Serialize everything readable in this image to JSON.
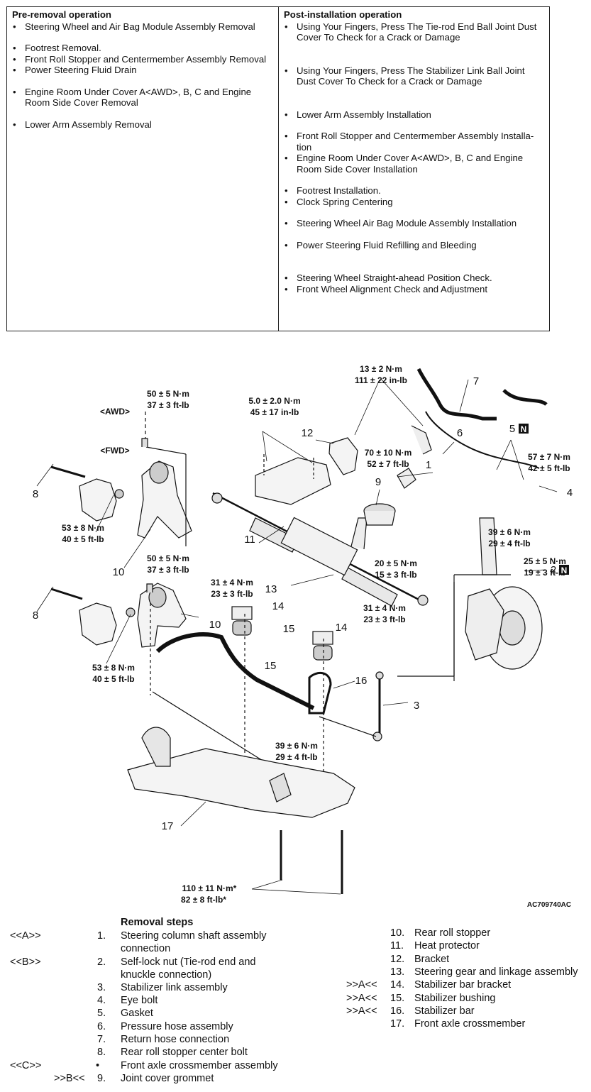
{
  "pre_removal": {
    "title": "Pre-removal operation",
    "items": [
      "Steering Wheel and Air Bag Module Assembly Removal",
      "Footrest Removal.",
      "Front Roll Stopper and Centermember Assembly Removal",
      "Power Steering Fluid Drain",
      "Engine Room Under Cover A<AWD>, B, C and Engine Room Side Cover Removal",
      "Lower Arm Assembly Removal"
    ]
  },
  "post_installation": {
    "title": "Post-installation operation",
    "items": [
      "Using Your Fingers, Press The Tie-rod End Ball Joint Dust Cover To Check for a Crack or Damage",
      "Using Your Fingers, Press The Stabilizer Link Ball Joint Dust Cover To Check for a Crack or Damage",
      "Lower Arm Assembly Installation",
      "Front Roll Stopper and Centermember Assembly Installa-tion",
      "Engine Room Under Cover A<AWD>, B, C and Engine Room Side Cover Installation",
      "Footrest Installation.",
      "Clock Spring Centering",
      "Steering Wheel Air Bag Module Assembly Installation",
      "Power Steering Fluid Refilling and Bleeding",
      "Steering Wheel Straight-ahead Position Check.",
      "Front Wheel Alignment Check and Adjustment"
    ]
  },
  "diagram": {
    "figure_id": "AC709740AC",
    "awd": "<AWD>",
    "fwd": "<FWD>",
    "torques": {
      "t_13nm": "13 ± 2 N·m",
      "t_111in": "111 ± 22 in-lb",
      "t_50nm_a": "50 ± 5 N·m",
      "t_37ft_a": "37 ± 3 ft-lb",
      "t_5nm": "5.0 ± 2.0 N·m",
      "t_45in": "45 ± 17 in-lb",
      "t_70nm": "70 ± 10 N·m",
      "t_52ft": "52 ± 7 ft-lb",
      "t_57nm": "57 ± 7 N·m",
      "t_42ft": "42 ± 5 ft-lb",
      "t_53nm_a": "53 ± 8 N·m",
      "t_40ft_a": "40 ± 5 ft-lb",
      "t_20nm": "20 ± 5 N·m",
      "t_15ft": "15 ± 3 ft-lb",
      "t_39nm_a": "39 ± 6 N·m",
      "t_29ft_a": "29 ± 4 ft-lb",
      "t_25nm": "25 ± 5 N·m",
      "t_19ft": "19 ± 3 ft-lb",
      "t_50nm_b": "50 ± 5 N·m",
      "t_37ft_b": "37 ± 3 ft-lb",
      "t_31nm_a": "31 ± 4 N·m",
      "t_23ft_a": "23 ± 3 ft-lb",
      "t_31nm_b": "31 ± 4 N·m",
      "t_23ft_b": "23 ± 3 ft-lb",
      "t_53nm_b": "53 ± 8 N·m",
      "t_40ft_b": "40 ± 5 ft-lb",
      "t_39nm_b": "39 ± 6 N·m",
      "t_29ft_b": "29 ± 4 ft-lb",
      "t_110nm": "110 ± 11 N·m*",
      "t_82ft": "82 ± 8 ft-lb*"
    },
    "callouts": {
      "c1": "1",
      "c2": "2",
      "c3": "3",
      "c4": "4",
      "c5": "5",
      "c6": "6",
      "c7": "7",
      "c8a": "8",
      "c8b": "8",
      "c9": "9",
      "c10a": "10",
      "c10b": "10",
      "c11": "11",
      "c12": "12",
      "c13": "13",
      "c14a": "14",
      "c14b": "14",
      "c15a": "15",
      "c15b": "15",
      "c16": "16",
      "c17": "17",
      "n_badge": "N"
    }
  },
  "removal_steps": {
    "title": "Removal steps",
    "left": [
      {
        "code": "<<A>>",
        "num": "1.",
        "text": "Steering column shaft assembly",
        "text2": "connection"
      },
      {
        "code": "<<B>>",
        "num": "2.",
        "text": "Self-lock nut (Tie-rod end and",
        "text2": "knuckle connection)"
      },
      {
        "code": "",
        "num": "3.",
        "text": "Stabilizer link assembly"
      },
      {
        "code": "",
        "num": "4.",
        "text": "Eye bolt"
      },
      {
        "code": "",
        "num": "5.",
        "text": "Gasket"
      },
      {
        "code": "",
        "num": "6.",
        "text": "Pressure hose assembly"
      },
      {
        "code": "",
        "num": "7.",
        "text": "Return hose connection"
      },
      {
        "code": "",
        "num": "8.",
        "text": "Rear roll stopper center bolt"
      },
      {
        "code": "<<C>>",
        "num": "•",
        "text": "Front axle crossmember assembly"
      },
      {
        "code": ">>B<<",
        "num": "9.",
        "text": "Joint cover grommet"
      }
    ],
    "right": [
      {
        "code": "",
        "num": "10.",
        "text": "Rear roll stopper"
      },
      {
        "code": "",
        "num": "11.",
        "text": "Heat protector"
      },
      {
        "code": "",
        "num": "12.",
        "text": "Bracket"
      },
      {
        "code": "",
        "num": "13.",
        "text": "Steering gear and linkage assembly"
      },
      {
        "code": ">>A<<",
        "num": "14.",
        "text": "Stabilizer bar bracket"
      },
      {
        "code": ">>A<<",
        "num": "15.",
        "text": "Stabilizer bushing"
      },
      {
        "code": ">>A<<",
        "num": "16.",
        "text": "Stabilizer bar"
      },
      {
        "code": "",
        "num": "17.",
        "text": "Front axle crossmember"
      }
    ]
  }
}
